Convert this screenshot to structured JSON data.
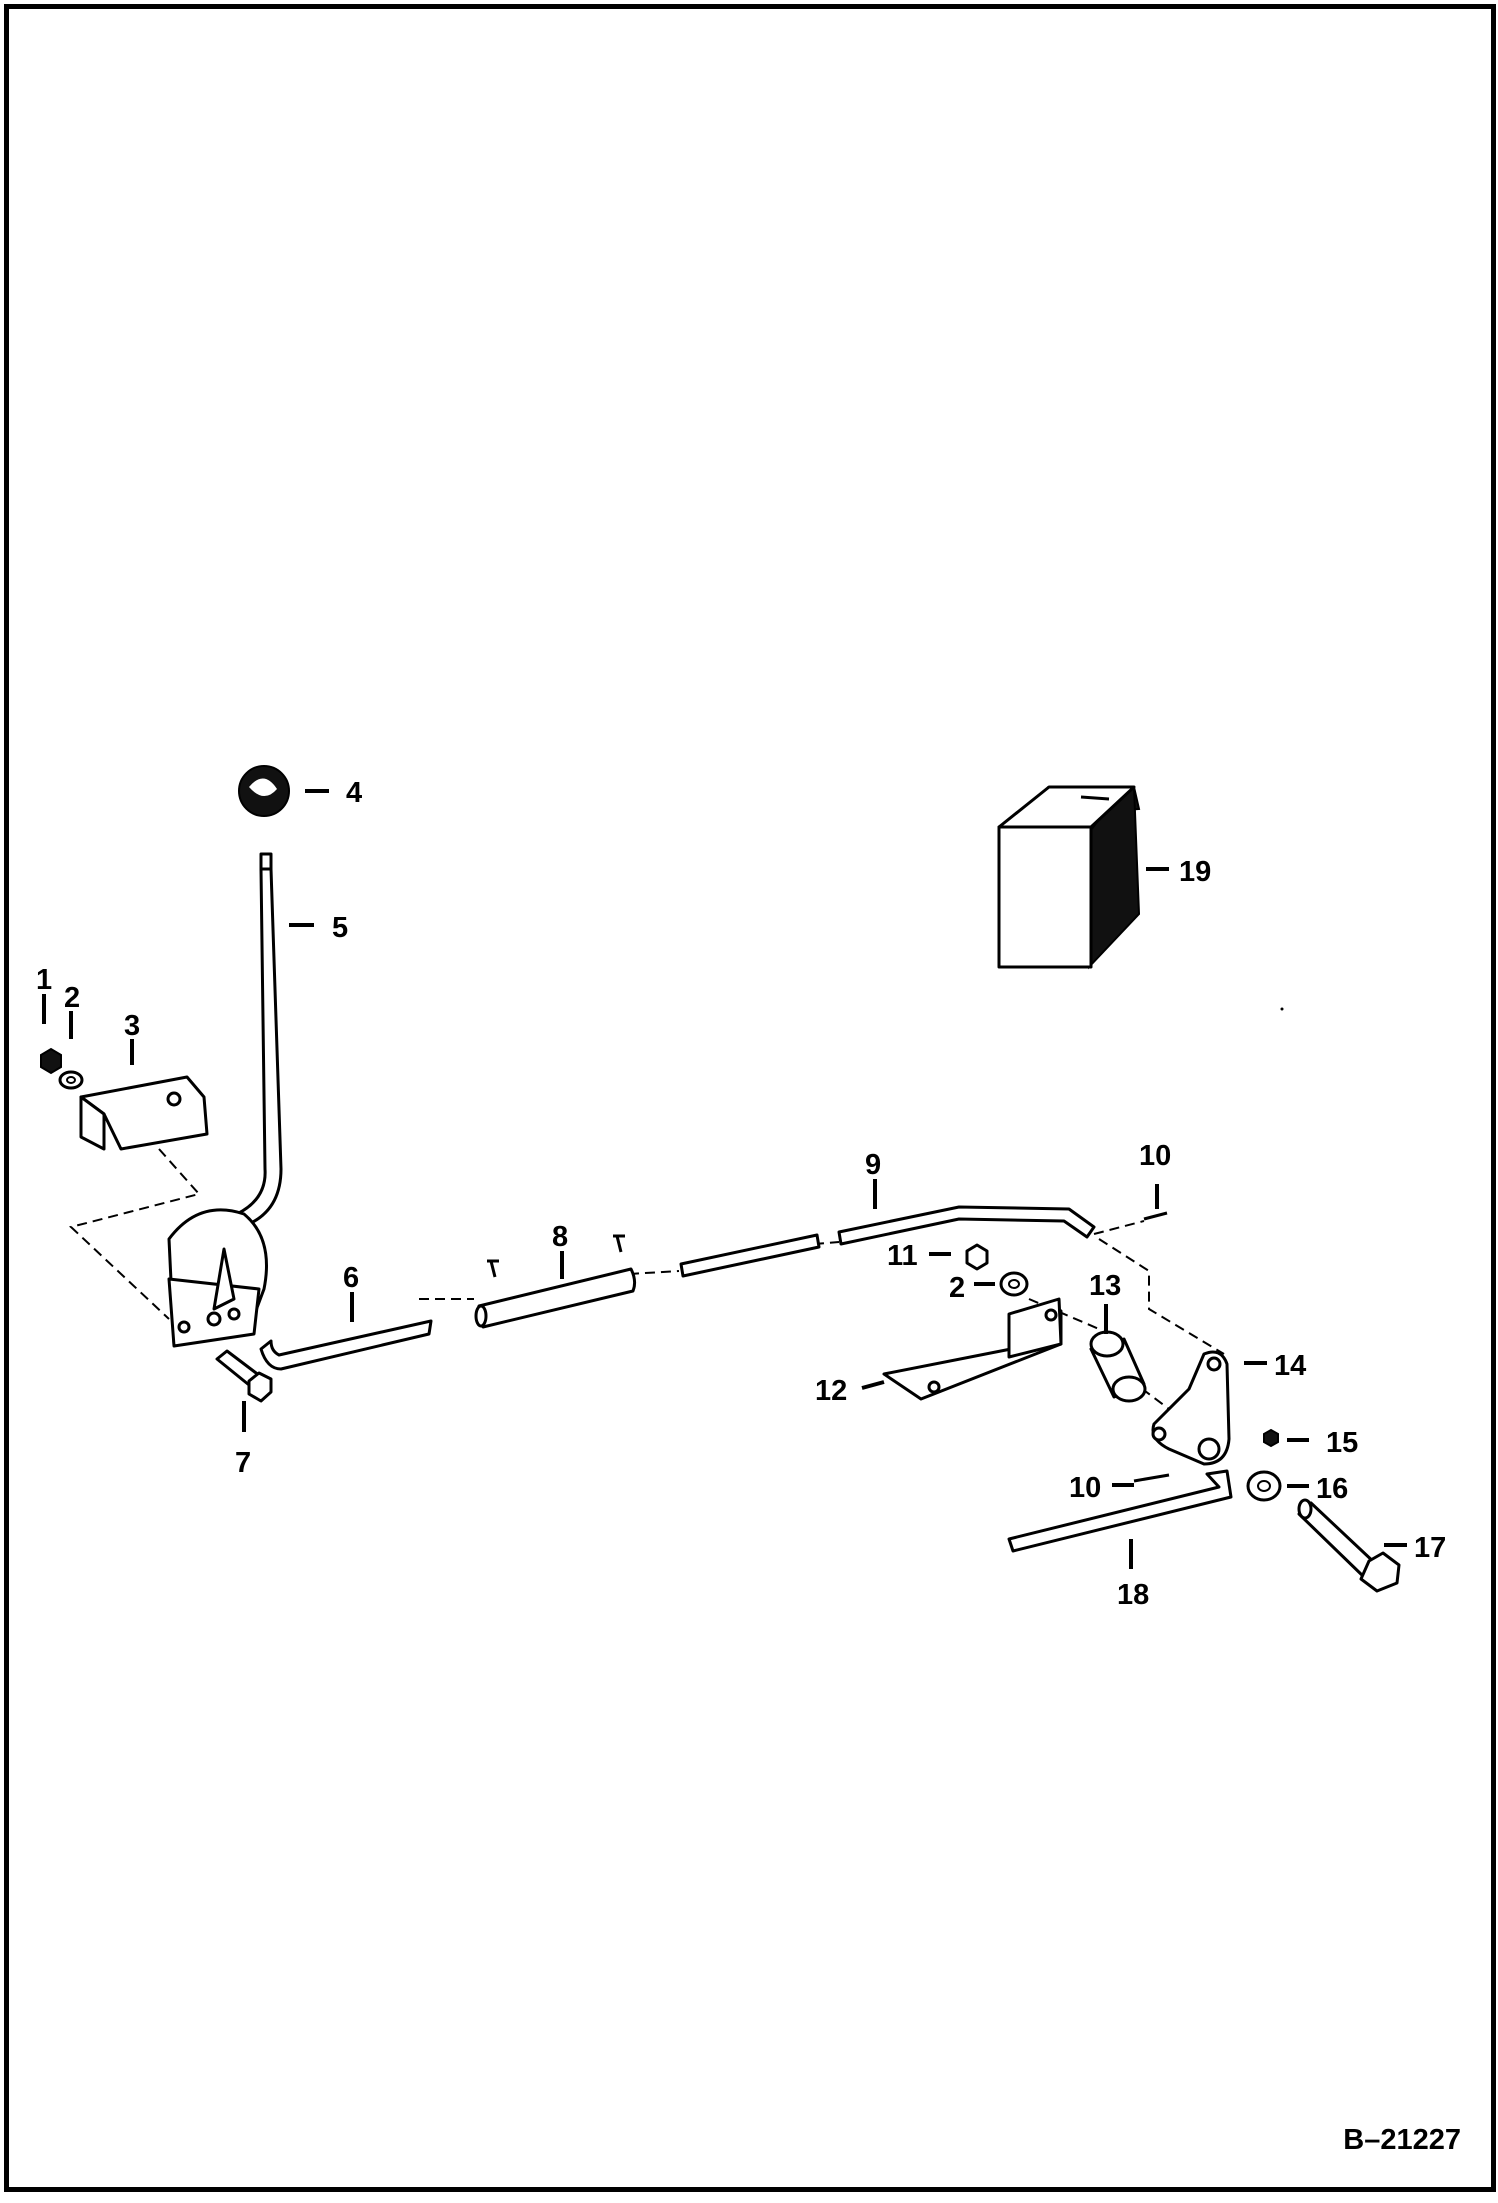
{
  "drawing": {
    "id": "B–21227",
    "callouts": [
      "1",
      "2",
      "3",
      "4",
      "5",
      "6",
      "7",
      "8",
      "9",
      "10",
      "11",
      "2",
      "13",
      "14",
      "15",
      "10",
      "16",
      "17",
      "18",
      "12",
      "19"
    ]
  }
}
